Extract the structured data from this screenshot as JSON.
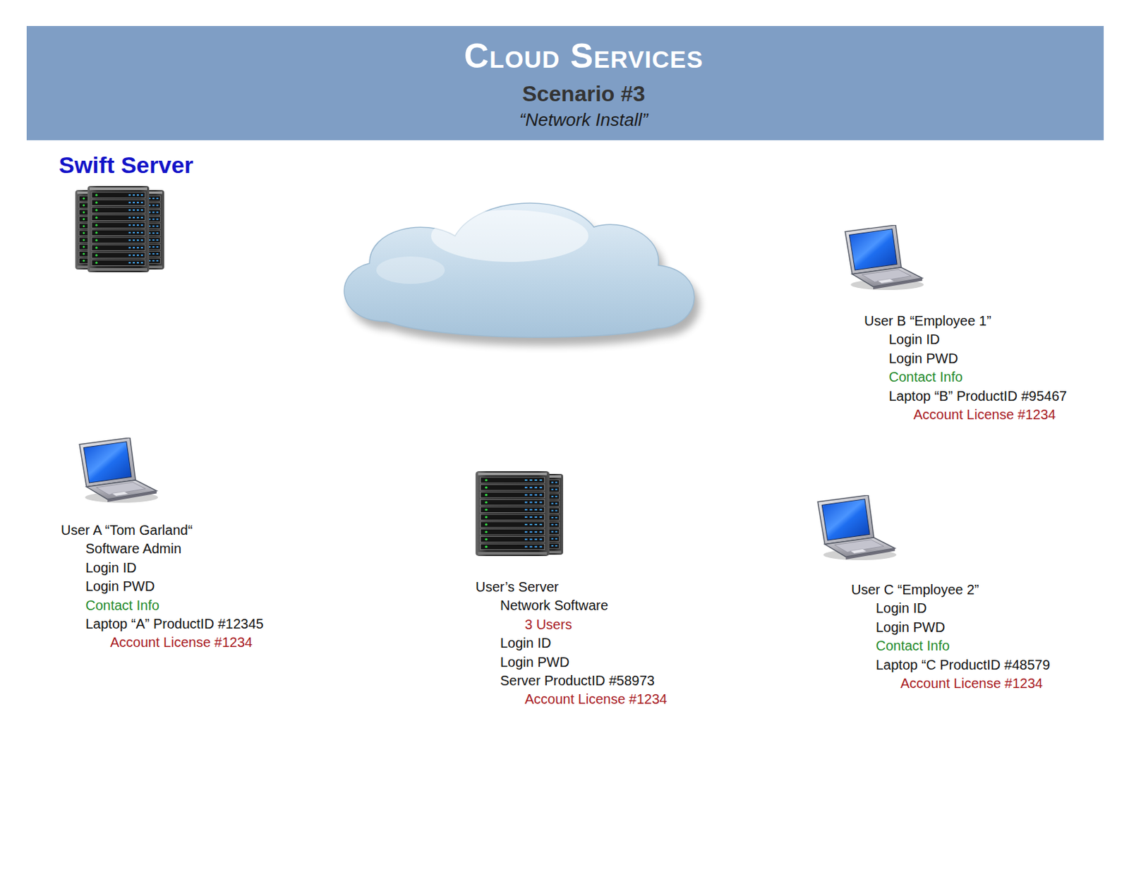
{
  "diagram": {
    "title": "Cloud Services",
    "nodes": [
      {
        "text": [
          "Swift Server"
        ]
      },
      {
        "text": [
          "User B “Employee 1”",
          "Login ID",
          "Login PWD",
          "Contact Info",
          "Laptop “B” ProductID #95467",
          "Account License #1234"
        ]
      },
      {
        "text": [
          "User A “Tom Garland“",
          "Software Admin",
          "Login ID",
          "Login PWD",
          "Contact Info",
          "Laptop “A” ProductID #12345",
          "Account License #1234"
        ]
      },
      {
        "text": [
          "User’s Server",
          "Network Software",
          "3 Users",
          "Login ID",
          "Login PWD",
          "Server ProductID #58973",
          "Account License #1234"
        ]
      },
      {
        "text": [
          "User C “Employee 2”",
          "Login ID",
          "Login PWD",
          "Contact Info",
          "Laptop “C ProductID #48579",
          "Account License #1234"
        ]
      }
    ],
    "labels": [
      "Scenario #3",
      "“Network Install”"
    ]
  }
}
